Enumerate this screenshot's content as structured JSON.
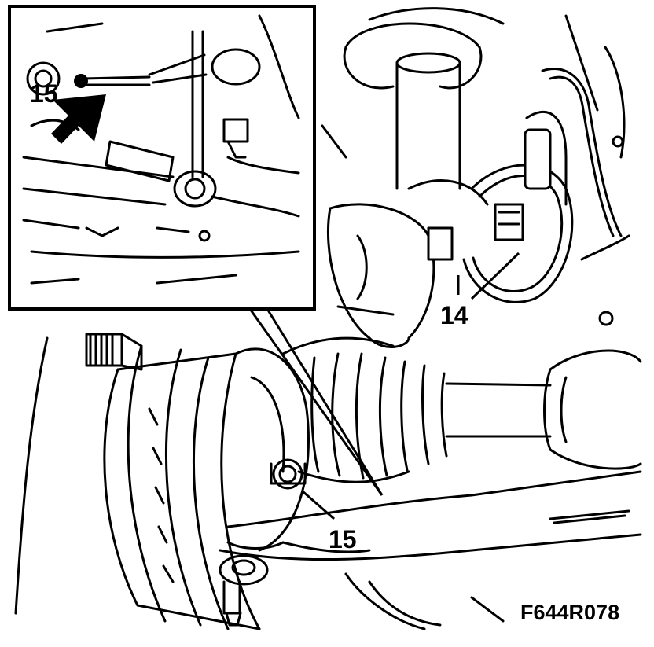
{
  "callouts": {
    "inset_item": "15",
    "sensor_item": "14",
    "link_item": "15"
  },
  "figure_code": "F644R078"
}
